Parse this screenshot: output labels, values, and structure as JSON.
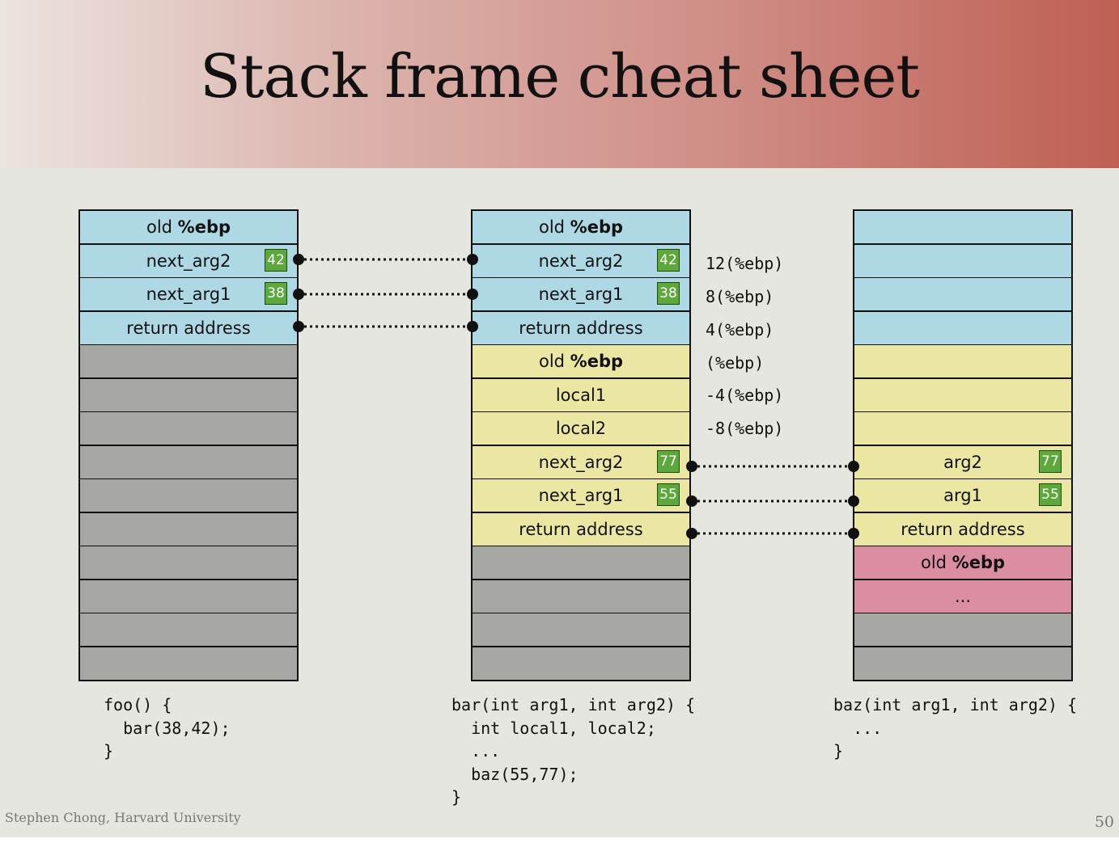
{
  "slide": {
    "title": "Stack frame cheat sheet",
    "footer": "Stephen Chong, Harvard University",
    "page_number": "50"
  },
  "colors": {
    "blue": "#add8e4",
    "yellow": "#ebe6a2",
    "gray": "#a6a7a2",
    "pink": "#db8ea2",
    "badge": "#5ca83a"
  },
  "stacks": [
    {
      "name": "foo",
      "cells": [
        {
          "label": "old %ebp",
          "color": "blue",
          "badge": ""
        },
        {
          "label": "next_arg2",
          "color": "blue",
          "badge": "42"
        },
        {
          "label": "next_arg1",
          "color": "blue",
          "badge": "38"
        },
        {
          "label": "return address",
          "color": "blue",
          "badge": ""
        },
        {
          "label": "",
          "color": "gray",
          "badge": ""
        },
        {
          "label": "",
          "color": "gray",
          "badge": ""
        },
        {
          "label": "",
          "color": "gray",
          "badge": ""
        },
        {
          "label": "",
          "color": "gray",
          "badge": ""
        },
        {
          "label": "",
          "color": "gray",
          "badge": ""
        },
        {
          "label": "",
          "color": "gray",
          "badge": ""
        },
        {
          "label": "",
          "color": "gray",
          "badge": ""
        },
        {
          "label": "",
          "color": "gray",
          "badge": ""
        },
        {
          "label": "",
          "color": "gray",
          "badge": ""
        },
        {
          "label": "",
          "color": "gray",
          "badge": ""
        }
      ]
    },
    {
      "name": "bar",
      "cells": [
        {
          "label": "old %ebp",
          "color": "blue",
          "badge": ""
        },
        {
          "label": "next_arg2",
          "color": "blue",
          "badge": "42"
        },
        {
          "label": "next_arg1",
          "color": "blue",
          "badge": "38"
        },
        {
          "label": "return address",
          "color": "blue",
          "badge": ""
        },
        {
          "label": "old %ebp",
          "color": "yellow",
          "badge": ""
        },
        {
          "label": "local1",
          "color": "yellow",
          "badge": ""
        },
        {
          "label": "local2",
          "color": "yellow",
          "badge": ""
        },
        {
          "label": "next_arg2",
          "color": "yellow",
          "badge": "77"
        },
        {
          "label": "next_arg1",
          "color": "yellow",
          "badge": "55"
        },
        {
          "label": "return address",
          "color": "yellow",
          "badge": ""
        },
        {
          "label": "",
          "color": "gray",
          "badge": ""
        },
        {
          "label": "",
          "color": "gray",
          "badge": ""
        },
        {
          "label": "",
          "color": "gray",
          "badge": ""
        },
        {
          "label": "",
          "color": "gray",
          "badge": ""
        }
      ]
    },
    {
      "name": "baz",
      "cells": [
        {
          "label": "",
          "color": "blue",
          "badge": ""
        },
        {
          "label": "",
          "color": "blue",
          "badge": ""
        },
        {
          "label": "",
          "color": "blue",
          "badge": ""
        },
        {
          "label": "",
          "color": "blue",
          "badge": ""
        },
        {
          "label": "",
          "color": "yellow",
          "badge": ""
        },
        {
          "label": "",
          "color": "yellow",
          "badge": ""
        },
        {
          "label": "",
          "color": "yellow",
          "badge": ""
        },
        {
          "label": "arg2",
          "color": "yellow",
          "badge": "77"
        },
        {
          "label": "arg1",
          "color": "yellow",
          "badge": "55"
        },
        {
          "label": "return address",
          "color": "yellow",
          "badge": ""
        },
        {
          "label": "old %ebp",
          "color": "pink",
          "badge": ""
        },
        {
          "label": "...",
          "color": "pink",
          "badge": ""
        },
        {
          "label": "",
          "color": "gray",
          "badge": ""
        },
        {
          "label": "",
          "color": "gray",
          "badge": ""
        }
      ]
    }
  ],
  "offsets": [
    "12(%ebp)",
    "8(%ebp)",
    "4(%ebp)",
    "(%ebp)",
    "-4(%ebp)",
    "-8(%ebp)"
  ],
  "code": {
    "foo": "foo() {\n  bar(38,42);\n}",
    "bar": "bar(int arg1, int arg2) {\n  int local1, local2;\n  ...\n  baz(55,77);\n}",
    "baz": "baz(int arg1, int arg2) {\n  ...\n}"
  }
}
